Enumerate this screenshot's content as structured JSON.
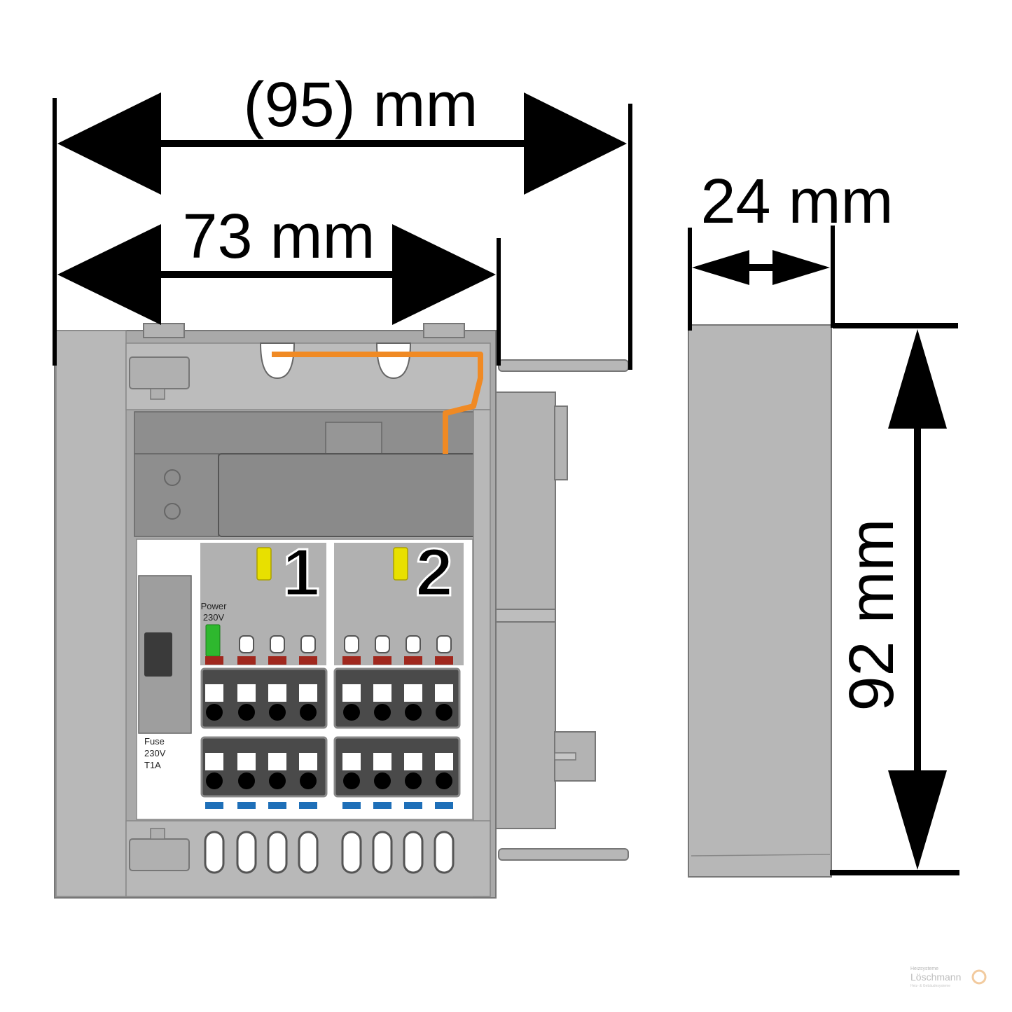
{
  "diagram": {
    "title": "Module dimension drawing",
    "dimensions": {
      "overall_width": {
        "label": "(95) mm",
        "value_mm": 95
      },
      "housing_width": {
        "label": "73 mm",
        "value_mm": 73
      },
      "depth": {
        "label": "24 mm",
        "value_mm": 24
      },
      "height": {
        "label": "92 mm",
        "value_mm": 92
      }
    },
    "front_view": {
      "channel_numbers": [
        "1",
        "2"
      ],
      "power_label_line1": "Power",
      "power_label_line2": "230V",
      "fuse_label_line1": "Fuse",
      "fuse_label_line2": "230V",
      "fuse_label_line3": "T1A",
      "terminals_per_row": 8,
      "terminal_rows": 2
    },
    "watermark": {
      "line1": "Heizsysteme",
      "brand": "Löschmann",
      "line3": "Heiz- & Gebäudesysteme"
    },
    "colors": {
      "housing": "#a9a9a9",
      "housing_light": "#bdbdbd",
      "dark_module": "#8a8a8a",
      "terminal_block": "#4a4a4a",
      "led_yellow": "#e8e000",
      "led_green": "#2eb82e",
      "terminal_red": "#a0281e",
      "terminal_blue": "#1e6fb8",
      "wire_orange": "#f08a24",
      "dimension_line": "#000000"
    }
  }
}
